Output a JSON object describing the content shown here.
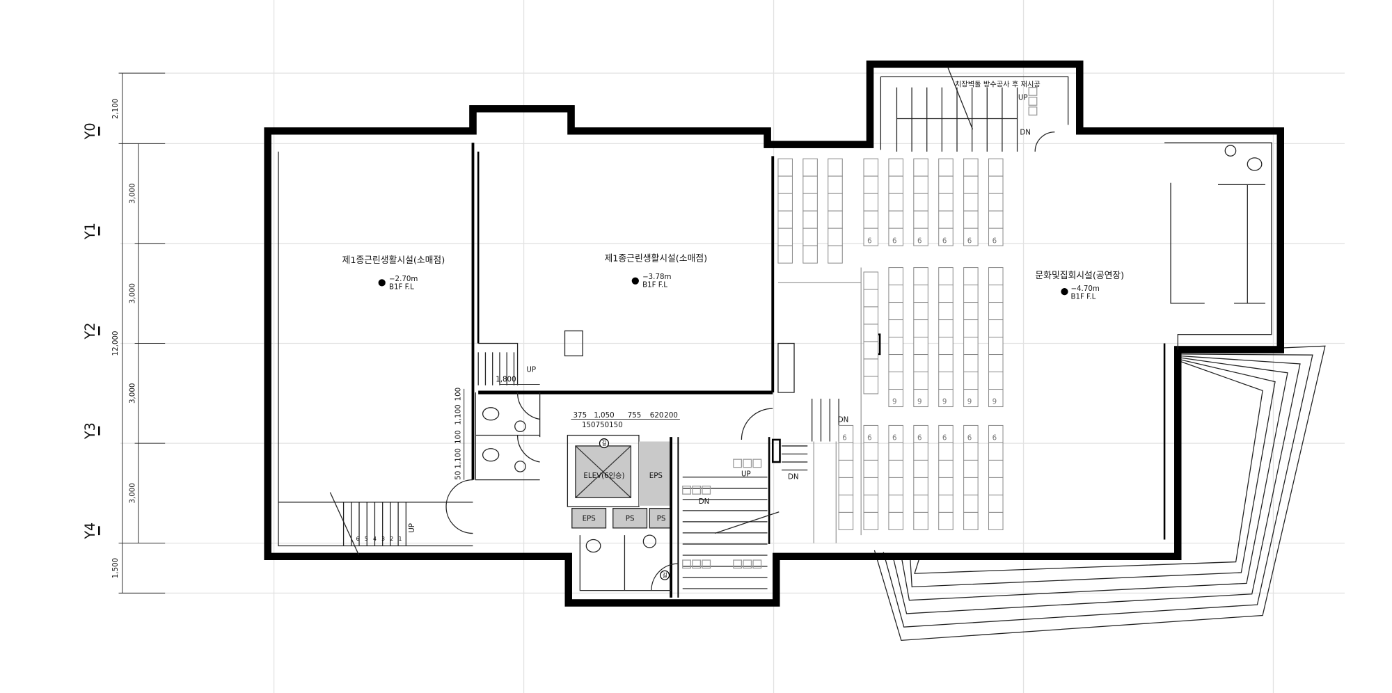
{
  "axes": {
    "labels": [
      "Y0",
      "Y1",
      "Y2",
      "Y3",
      "Y4"
    ],
    "outer_dims": [
      "2,100",
      "12,000",
      "1,500"
    ],
    "inner_dims": [
      "3,000",
      "3,000",
      "3,000",
      "3,000"
    ]
  },
  "rooms": {
    "retail_left": {
      "name": "제1종근린생활시설(소매점)",
      "level": "−2.70m",
      "floor": "B1F F.L"
    },
    "retail_mid": {
      "name": "제1종근린생활시설(소매점)",
      "level": "−3.78m",
      "floor": "B1F F.L"
    },
    "hall": {
      "name": "문화및집회시설(공연장)",
      "level": "−4.70m",
      "floor": "B1F F.L"
    }
  },
  "note": "치장벽돌 방수공사 후 재시공",
  "core": {
    "elevator": "ELEV(6인승)",
    "eps1": "EPS",
    "eps2": "EPS",
    "ps1": "PS",
    "ps2": "PS",
    "marker": "길"
  },
  "dims": {
    "stair_width": "1,800",
    "top_row": [
      "375",
      "1,050",
      "755",
      "620",
      "200"
    ],
    "second_row": "150750150",
    "vertical": [
      "100",
      "1,100",
      "100",
      "1,100",
      "50"
    ]
  },
  "stairs": {
    "up": "UP",
    "dn": "DN",
    "step_numbers": [
      "6",
      "5",
      "4",
      "3",
      "2",
      "1"
    ]
  },
  "seat_numbers": {
    "six": "6",
    "nine": "9"
  }
}
